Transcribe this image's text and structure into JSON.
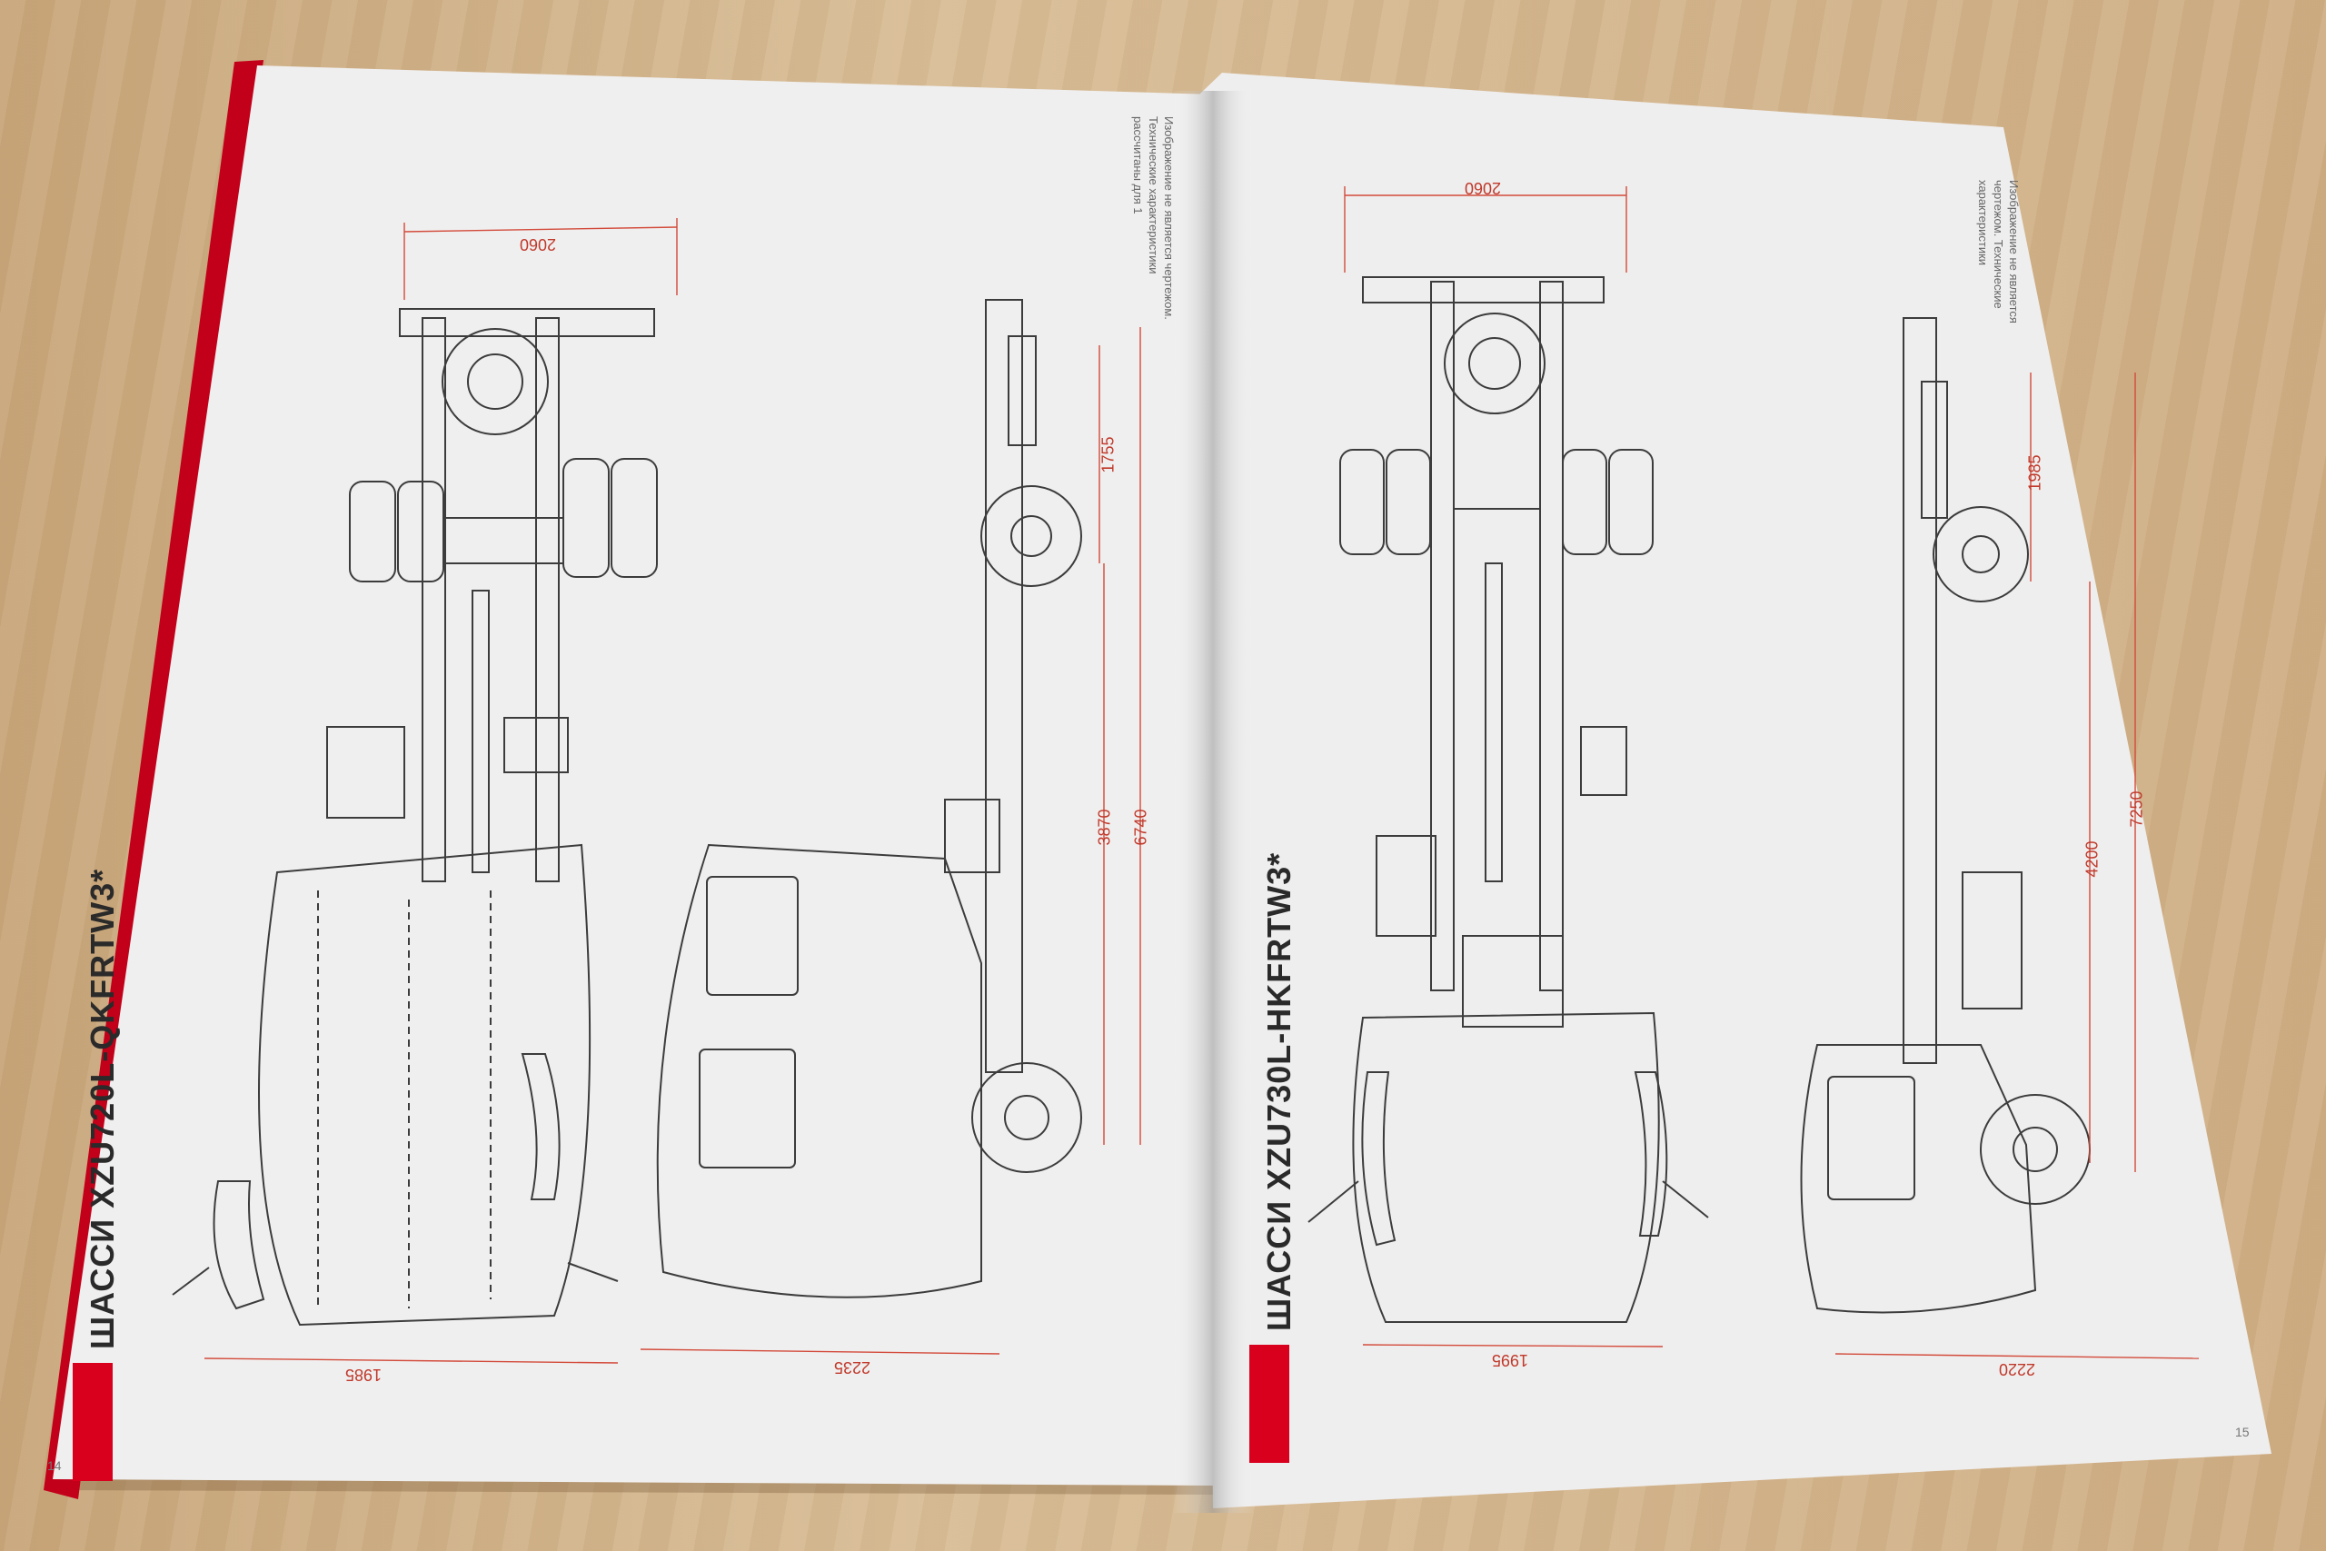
{
  "left_page": {
    "title": "ШАССИ XZU720L-QKFRTW3*",
    "note_lines": [
      "Изображение не является чертежом.",
      "Технические характеристики",
      "рассчитаны для 1"
    ],
    "dims": {
      "top_width": "2060",
      "bottom_width": "1985",
      "rear_overhang": "1755",
      "wheelbase": "3870",
      "total_length": "6740",
      "cab_width": "2235"
    },
    "page_number": "14"
  },
  "right_page": {
    "title": "ШАССИ XZU730L-HKFRTW3*",
    "note_lines": [
      "Изображение не является",
      "чертежом. Технические",
      "характеристики"
    ],
    "dims": {
      "top_width": "2060",
      "bottom_width": "1995",
      "rear_overhang": "1985",
      "wheelbase": "4200",
      "total_length": "7250",
      "cab_width": "2220"
    },
    "page_number": "15"
  },
  "colors": {
    "accent": "#d9001e",
    "paper": "#f1f0f0",
    "dimension": "#d24a3a",
    "line": "#3c3c3c"
  }
}
